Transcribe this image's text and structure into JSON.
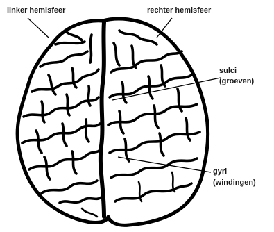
{
  "labels": {
    "left_hemisphere": "linker hemisfeer",
    "right_hemisphere": "rechter hemisfeer",
    "sulci_line1": "sulci",
    "sulci_line2": "(groeven)",
    "gyri_line1": "gyri",
    "gyri_line2": "(windingen)"
  },
  "colors": {
    "outline": "#000000",
    "background": "#ffffff",
    "text": "#1a1a1a"
  }
}
